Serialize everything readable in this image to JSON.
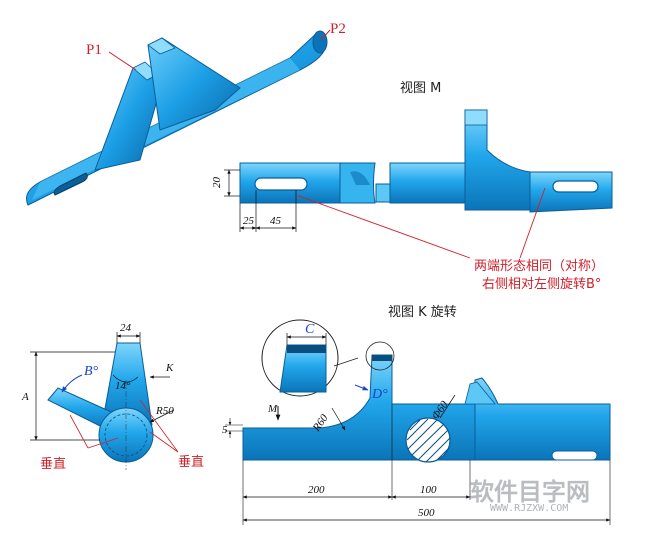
{
  "iso": {
    "p1": "P1",
    "p2": "P2"
  },
  "view_m": {
    "title": "视图 M",
    "dim_20": "20",
    "dim_25": "25",
    "dim_45": "45",
    "note_line1": "两端形态相同（对称）",
    "note_line2": "右侧相对左侧旋转B°"
  },
  "view_k": {
    "title": "视图 K 旋转",
    "dim_c": "C",
    "dim_d": "D°",
    "dim_r60": "R60",
    "dim_phi60": "Φ60",
    "dim_5": "5",
    "dim_200": "200",
    "dim_100": "100",
    "dim_500": "500",
    "arrow_m": "M"
  },
  "side_view": {
    "dim_24": "24",
    "dim_b": "B°",
    "dim_14": "14°",
    "dim_k": "K",
    "dim_r50": "R50",
    "dim_a": "A",
    "vertical_left": "垂直",
    "vertical_right": "垂直"
  },
  "watermark": {
    "main": "软件目字网",
    "url": "WWW.RJZXW.COM"
  },
  "colors": {
    "part_fill": "#1fa3ea",
    "part_light": "#5cc8f5",
    "part_dark": "#0a6fb3",
    "red": "#d0202a",
    "blue_dim": "#1446c8"
  }
}
